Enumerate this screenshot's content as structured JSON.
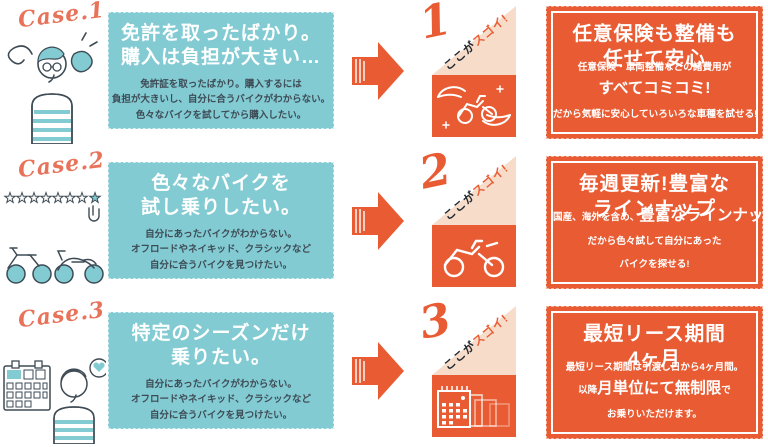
{
  "colors": {
    "teal": "#82CBD3",
    "orange": "#E95C33",
    "peach": "#F6DCC9",
    "ink": "#3E4B55",
    "case_script": "#E8735A"
  },
  "rows": [
    {
      "case_label": "Case.1",
      "problem": {
        "title": [
          "免許を取ったばかり。",
          "購入は負担が大きい…"
        ],
        "body": [
          "免許証を取ったばかり。購入するには",
          "負担が大きいし、自分に合うバイクがわからない。",
          "色々なバイクを試してから購入したい。"
        ]
      },
      "highlight": {
        "number": "1",
        "ribbon_black": "ここが",
        "ribbon_orange": "スゴイ!"
      },
      "benefit": {
        "title": [
          "任意保険も整備も",
          "任せて安心"
        ],
        "line1": [
          "任意保険・車両整備などの諸費用が"
        ],
        "line2": [
          "すべてコミコミ!"
        ],
        "line3": [
          "だから気軽に安心していろいろな車種を試せる!"
        ]
      }
    },
    {
      "case_label": "Case.2",
      "problem": {
        "title": [
          "色々なバイクを",
          "試し乗りしたい。"
        ],
        "body": [
          "自分にあったバイクがわからない。",
          "オフロードやネイキッド、クラシックなど",
          "自分に合うバイクを見つけたい。"
        ]
      },
      "highlight": {
        "number": "2",
        "ribbon_black": "ここが",
        "ribbon_orange": "スゴイ!"
      },
      "benefit": {
        "title": [
          "毎週更新!豊富な",
          "ラインナップ"
        ],
        "line1": [
          "国産、海外を含め、",
          "豊富なラインナップ!"
        ],
        "line2": [
          "だから色々試して自分にあった"
        ],
        "line3": [
          "バイクを探せる!"
        ]
      }
    },
    {
      "case_label": "Case.3",
      "problem": {
        "title": [
          "特定のシーズンだけ",
          "乗りたい。"
        ],
        "body": [
          "自分にあったバイクがわからない。",
          "オフロードやネイキッド、クラシックなど",
          "自分に合うバイクを見つけたい。"
        ]
      },
      "highlight": {
        "number": "3",
        "ribbon_black": "ここが",
        "ribbon_orange": "スゴイ!"
      },
      "benefit": {
        "title": [
          "最短リース期間",
          "4ヶ月"
        ],
        "line1": [
          "最短リース期間は引渡し日から4ヶ月間。"
        ],
        "line2": [
          "以降",
          "月単位にて無制限",
          "で"
        ],
        "line3": [
          "お乗りいただけます。"
        ]
      }
    }
  ]
}
